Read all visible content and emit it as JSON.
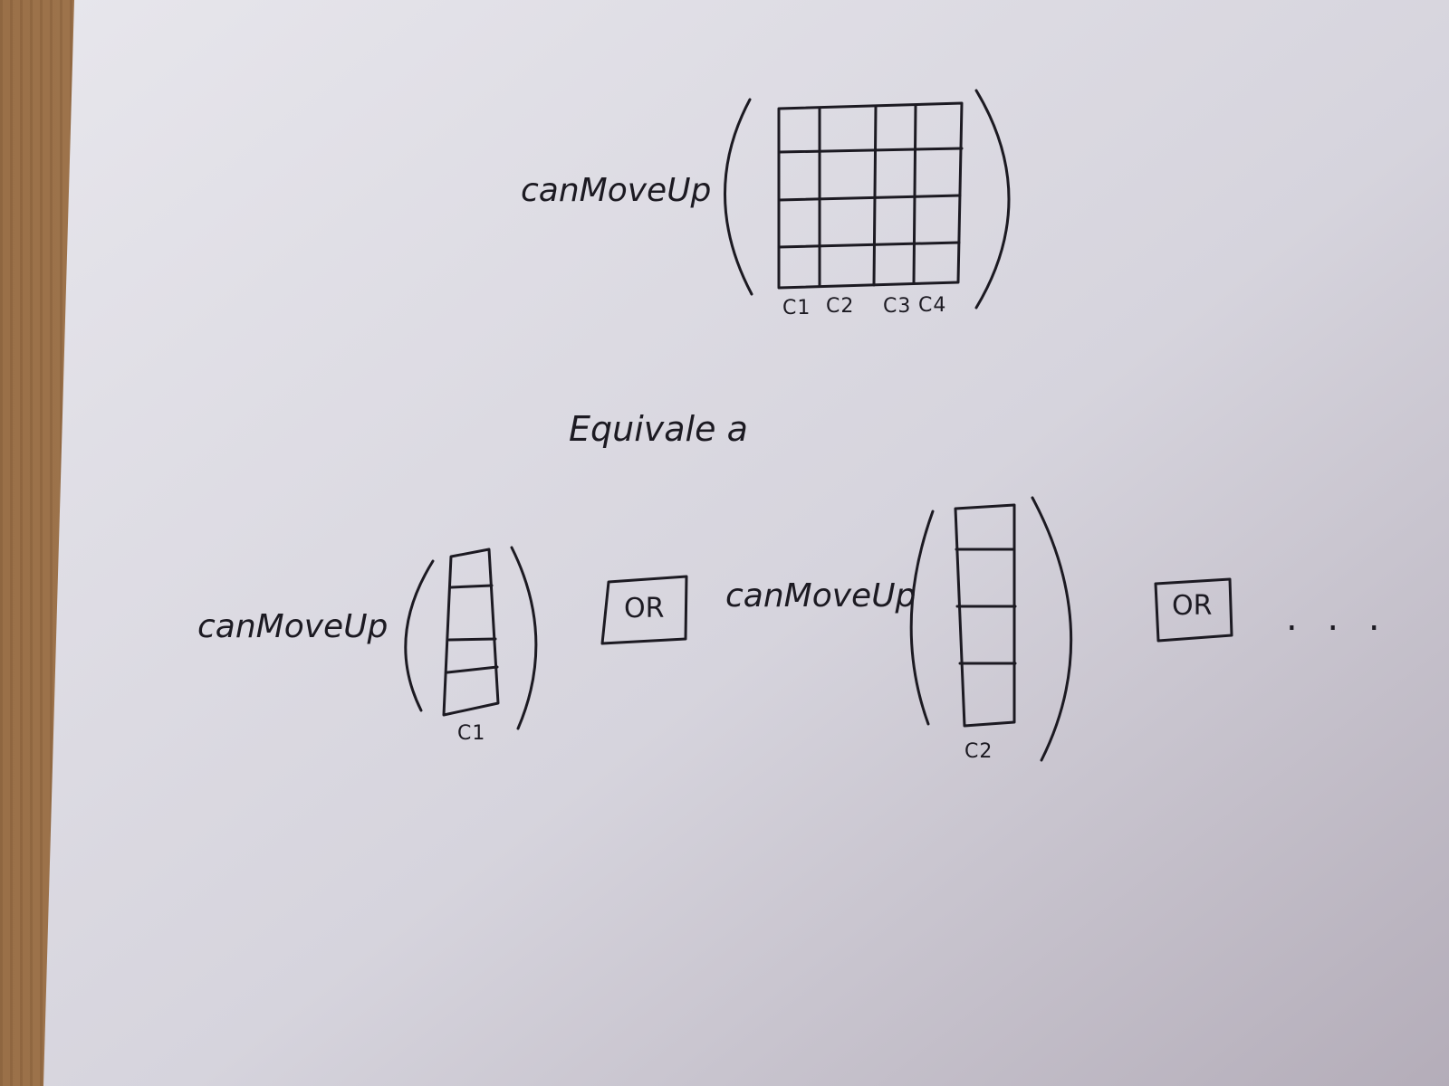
{
  "function_name": "canMoveUp",
  "matrix_columns": [
    "C1",
    "C2",
    "C3",
    "C4"
  ],
  "equivalence_text": "Equivale a",
  "operator": "OR",
  "column_1_label": "C1",
  "column_2_label": "C2",
  "continuation": ". . .",
  "colors": {
    "ink": "#1c1a22",
    "paper": "#d9d7e0",
    "desk": "#b08a64"
  }
}
